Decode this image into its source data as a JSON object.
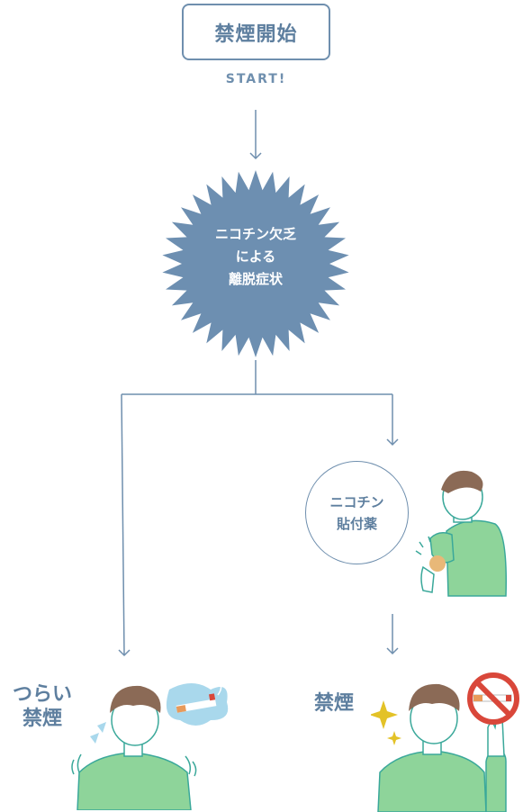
{
  "start": {
    "title": "禁煙開始",
    "subtitle": "START!"
  },
  "withdrawal": {
    "line1": "ニコチン欠乏",
    "line2": "による",
    "line3": "離脱症状"
  },
  "patch": {
    "line1": "ニコチン",
    "line2": "貼付薬"
  },
  "outcome_left": {
    "line1": "つらい",
    "line2": "禁煙"
  },
  "outcome_right": {
    "label": "禁煙"
  },
  "colors": {
    "accent": "#6f8fae",
    "star_fill": "#6d8fb1",
    "shirt": "#8ed49a",
    "hair": "#8b6a56",
    "no_sign": "#d9473a",
    "sparkle": "#e3c227",
    "cloud": "#a9d8ec"
  }
}
